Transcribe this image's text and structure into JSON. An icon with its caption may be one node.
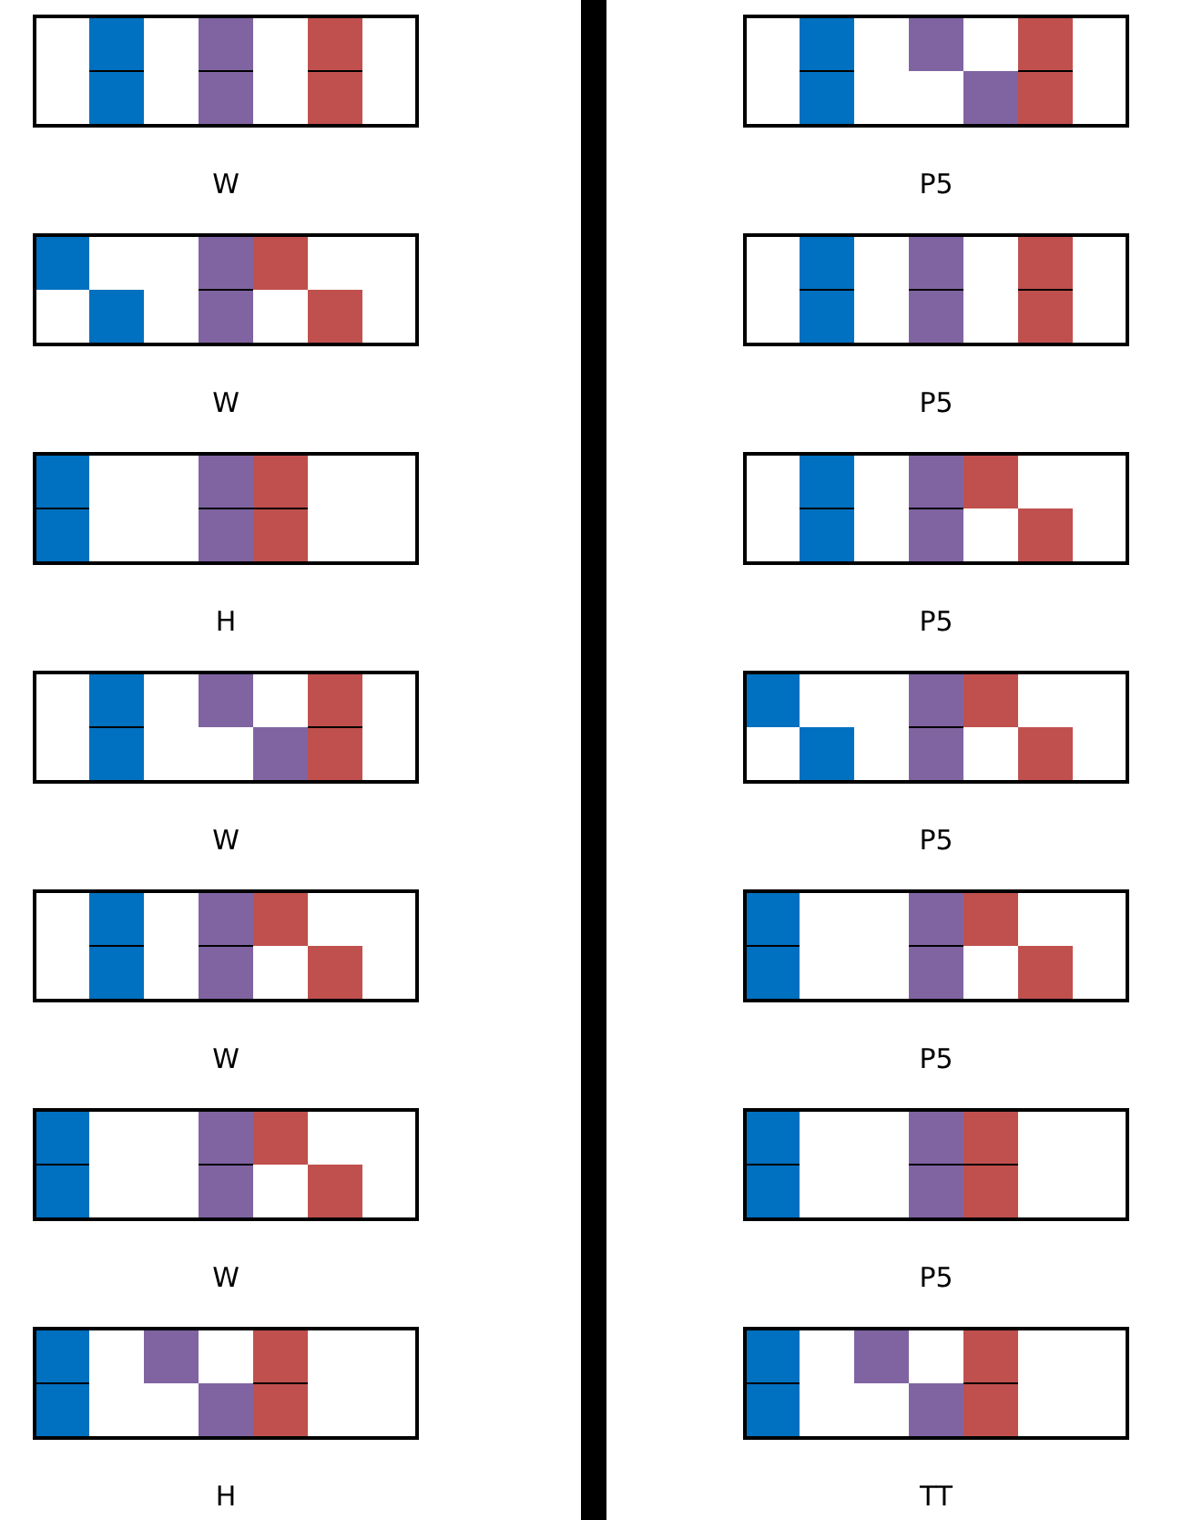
{
  "diagram": {
    "nodes": [
      {
        "text": [],
        "shape": "box",
        "beside": [
          "W"
        ]
      },
      {
        "text": [],
        "shape": "box",
        "beside": [
          "P5"
        ]
      },
      {
        "text": [],
        "shape": "box",
        "beside": [
          "W"
        ]
      },
      {
        "text": [],
        "shape": "box",
        "beside": [
          "P5"
        ]
      },
      {
        "text": [],
        "shape": "box",
        "beside": [
          "H"
        ]
      },
      {
        "text": [],
        "shape": "box",
        "beside": [
          "P5"
        ]
      },
      {
        "text": [],
        "shape": "box",
        "beside": [
          "W"
        ]
      },
      {
        "text": [],
        "shape": "box",
        "beside": [
          "P5"
        ]
      },
      {
        "text": [],
        "shape": "box",
        "beside": [
          "W"
        ]
      },
      {
        "text": [],
        "shape": "box",
        "beside": [
          "P5"
        ]
      },
      {
        "text": [],
        "shape": "box",
        "beside": [
          "W"
        ]
      },
      {
        "text": [],
        "shape": "box",
        "beside": [
          "P5"
        ]
      },
      {
        "text": [],
        "shape": "box",
        "beside": [
          "H"
        ]
      },
      {
        "text": [],
        "shape": "box",
        "beside": [
          "TT"
        ]
      },
      {
        "text": [],
        "shape": "bar"
      }
    ]
  }
}
